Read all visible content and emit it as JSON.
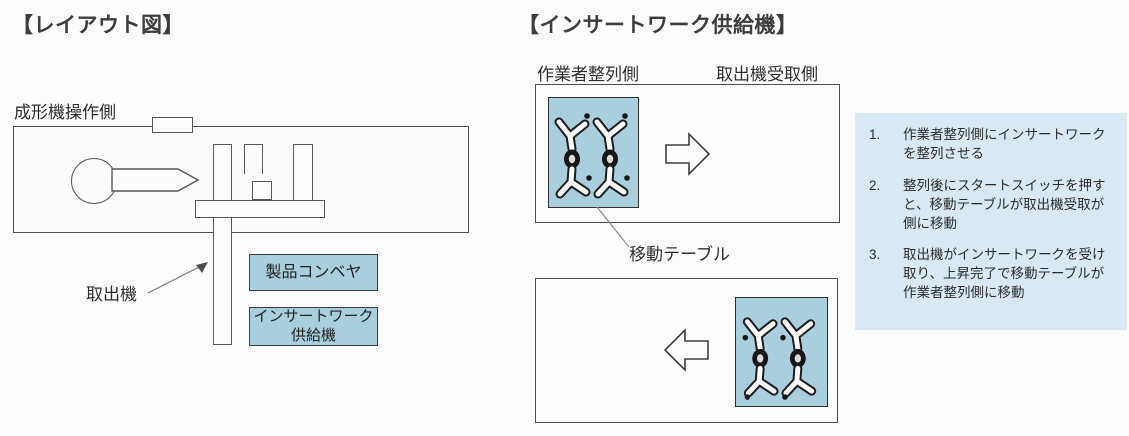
{
  "layout_section": {
    "title": "【レイアウト図】",
    "machine_side_label": "成形機操作側",
    "extractor_label": "取出機",
    "conveyor_label": "製品コンベヤ",
    "feeder_label_line1": "インサートワーク",
    "feeder_label_line2": "供給機"
  },
  "feeder_section": {
    "title": "【インサートワーク供給機】",
    "worker_side_label": "作業者整列側",
    "extractor_side_label": "取出機受取側",
    "moving_table_label": "移動テーブル"
  },
  "steps_panel": {
    "items": [
      {
        "num": "1.",
        "text": "作業者整列側にインサートワークを整列させる"
      },
      {
        "num": "2.",
        "text": "整列後にスタートスイッチを押すと、移動テーブルが取出機受取が側に移動"
      },
      {
        "num": "3.",
        "text": "取出機がインサートワークを受け取り、上昇完了で移動テーブルが作業者整列側に移動"
      }
    ]
  },
  "colors": {
    "accent_blue": "#a9cede",
    "panel_bg": "#d9e9f3",
    "line_dark": "#4f4f4f"
  }
}
